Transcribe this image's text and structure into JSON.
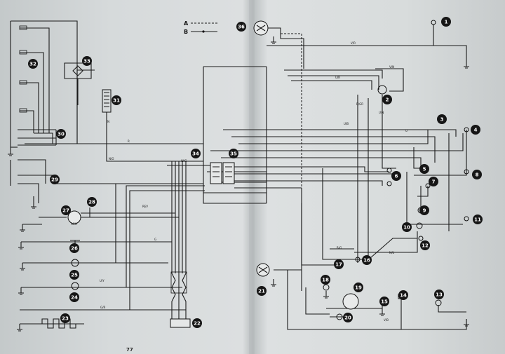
{
  "page_number": "77",
  "legend": {
    "a_label": "A",
    "b_label": "B"
  },
  "callouts": [
    "1",
    "2",
    "3",
    "4",
    "5",
    "6",
    "7",
    "8",
    "9",
    "10",
    "11",
    "12",
    "13",
    "14",
    "15",
    "16",
    "17",
    "18",
    "19",
    "20",
    "21",
    "22",
    "23",
    "24",
    "25",
    "26",
    "27",
    "28",
    "29",
    "30",
    "31",
    "32",
    "33",
    "34",
    "35",
    "36"
  ],
  "wire_codes": [
    "V/R",
    "V/N",
    "U/N",
    "R/GR",
    "U/R",
    "U",
    "R",
    "N",
    "N/G",
    "U/B",
    "N/U",
    "REV",
    "G",
    "U/Y",
    "G/R",
    "V/B",
    "R/G",
    "W/G"
  ],
  "component_text": {
    "gauge_27": "AGH"
  }
}
